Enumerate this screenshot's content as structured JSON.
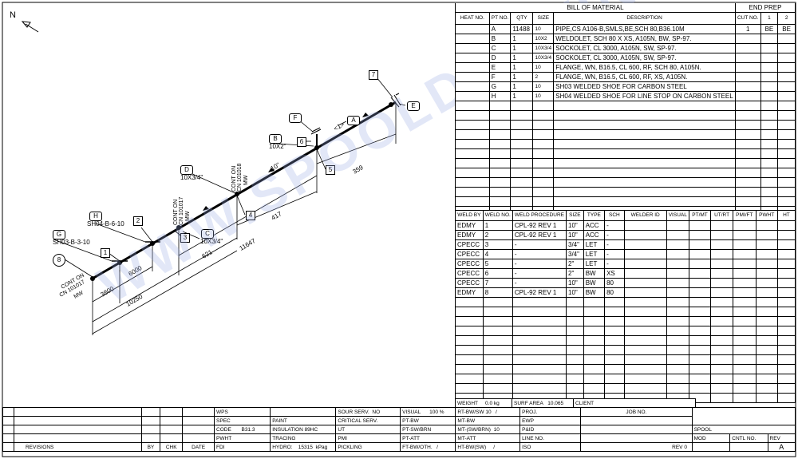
{
  "north": "N",
  "bom": {
    "title": "BILL OF MATERIAL",
    "end_prep": "END PREP",
    "headers": {
      "heat": "HEAT NO.",
      "pt": "PT NO.",
      "qty": "QTY",
      "size": "SIZE",
      "desc": "DESCRIPTION",
      "cut": "CUT NO.",
      "ep1": "1",
      "ep2": "2"
    },
    "rows": [
      {
        "pt": "A",
        "qty": "11488",
        "size": "10",
        "desc": "PIPE,CS A106-B,SMLS,BE,SCH 80,B36.10M",
        "cut": "1",
        "ep1": "BE",
        "ep2": "BE"
      },
      {
        "pt": "B",
        "qty": "1",
        "size": "10X2",
        "desc": "WELDOLET, SCH 80 X XS, A105N, BW, SP-97.",
        "cut": "",
        "ep1": "",
        "ep2": ""
      },
      {
        "pt": "C",
        "qty": "1",
        "size": "10X3/4",
        "desc": "SOCKOLET, CL 3000, A105N, SW, SP-97.",
        "cut": "",
        "ep1": "",
        "ep2": ""
      },
      {
        "pt": "D",
        "qty": "1",
        "size": "10X3/4",
        "desc": "SOCKOLET, CL 3000, A105N, SW, SP-97.",
        "cut": "",
        "ep1": "",
        "ep2": ""
      },
      {
        "pt": "E",
        "qty": "1",
        "size": "10",
        "desc": "FLANGE, WN, B16.5, CL 600, RF, SCH 80, A105N.",
        "cut": "",
        "ep1": "",
        "ep2": ""
      },
      {
        "pt": "F",
        "qty": "1",
        "size": "2",
        "desc": "FLANGE, WN, B16.5, CL 600, RF, XS, A105N.",
        "cut": "",
        "ep1": "",
        "ep2": ""
      },
      {
        "pt": "G",
        "qty": "1",
        "size": "10",
        "desc": "SH03 WELDED SHOE FOR CARBON STEEL",
        "cut": "",
        "ep1": "",
        "ep2": ""
      },
      {
        "pt": "H",
        "qty": "1",
        "size": "10",
        "desc": "SH04 WELDED SHOE FOR LINE STOP ON CARBON STEEL",
        "cut": "",
        "ep1": "",
        "ep2": ""
      }
    ]
  },
  "weld": {
    "headers": {
      "by": "WELD BY",
      "no": "WELD NO.",
      "proc": "WELD PROCEDURE",
      "size": "SIZE",
      "type": "TYPE",
      "sch": "SCH",
      "welder": "WELDER ID",
      "visual": "VISUAL",
      "ptmt": "PT/MT",
      "utrt": "UT/RT",
      "pmift": "PMI/FT",
      "pwht": "PWHT",
      "ht": "HT"
    },
    "rows": [
      {
        "by": "EDMY",
        "no": "1",
        "proc": "CPL-92 REV 1",
        "size": "10\"",
        "type": "ACC",
        "sch": "-"
      },
      {
        "by": "EDMY",
        "no": "2",
        "proc": "CPL-92 REV 1",
        "size": "10\"",
        "type": "ACC",
        "sch": "-"
      },
      {
        "by": "CPECC",
        "no": "3",
        "proc": "-",
        "size": "3/4\"",
        "type": "LET",
        "sch": "-"
      },
      {
        "by": "CPECC",
        "no": "4",
        "proc": "-",
        "size": "3/4\"",
        "type": "LET",
        "sch": "-"
      },
      {
        "by": "CPECC",
        "no": "5",
        "proc": "-",
        "size": "2\"",
        "type": "LET",
        "sch": "-"
      },
      {
        "by": "CPECC",
        "no": "6",
        "proc": "-",
        "size": "2\"",
        "type": "BW",
        "sch": "XS"
      },
      {
        "by": "CPECC",
        "no": "7",
        "proc": "-",
        "size": "10\"",
        "type": "BW",
        "sch": "80"
      },
      {
        "by": "EDMY",
        "no": "8",
        "proc": "CPL-92 REV 1",
        "size": "10\"",
        "type": "BW",
        "sch": "80"
      }
    ],
    "weight_label": "WEIGHT",
    "weight_value": "0.0",
    "weight_unit": "kg",
    "surf_label": "SURF AREA",
    "surf_value": "10.065",
    "client_label": "CLIENT"
  },
  "drawing": {
    "tags": {
      "t1": "1",
      "t2": "2",
      "t3": "3",
      "t4": "4",
      "t5": "5",
      "t6": "6",
      "t7": "7",
      "t8": "8"
    },
    "parts": {
      "A": "A",
      "B": "B",
      "C": "C",
      "D": "D",
      "E": "E",
      "F": "F",
      "G": "G",
      "H": "H"
    },
    "labels": {
      "g_ref": "SH03-B-3-10",
      "h_ref": "SH04-B-6-10",
      "b_size": "10X2\"",
      "c_size": "10X3/4\"",
      "d_size": "10X3/4\"",
      "pipe_size": "10\"",
      "pipe_cut": "<1>",
      "cont1": "CONT ON",
      "cont1b": "CN 101017",
      "cont1c": "MW",
      "cont2": "CONT ON",
      "cont2b": "CN 101017",
      "cont2c": "MW",
      "cont3": "CONT ON",
      "cont3b": "CN 101018",
      "cont3c": "MW"
    },
    "dims": {
      "d3800": "3800",
      "d6000": "6000",
      "d10250": "10250",
      "d621": "621",
      "d11647": "11647",
      "d417": "417",
      "d359": "359"
    }
  },
  "watermark": "WWW.SPOOLDRAWING.COM",
  "title_block": {
    "revisions": "REVISIONS",
    "by": "BY",
    "chk": "CHK",
    "date": "DATE",
    "wps": "WPS",
    "spec": "SPEC",
    "code": "CODE",
    "code_val": "B31.3",
    "pwht": "PWHT",
    "fdi": "FDI",
    "paint": "PAINT",
    "insulation": "INSULATION 89HC",
    "tracing": "TRACING",
    "hydro": "HYDRO:",
    "hydro_val": "15315",
    "hydro_unit": "kPag",
    "sour": "SOUR SERV.",
    "sour_val": "NO",
    "critical": "CRITICAL SERV.",
    "ut": "UT",
    "pmi": "PMI",
    "pickling": "PICKLING",
    "visual": "VISUAL",
    "visual_val": "100",
    "pct": "%",
    "ptbw": "PT-BW",
    "ptsw": "PT-SW/BRN",
    "ptatt": "PT-ATT",
    "ftbw": "FT-BW/OTH.",
    "slash": "/",
    "rtbw": "RT-BW/SW",
    "rtbw_val": "10",
    "mtbw": "MT-BW",
    "mtsw": "MT-(SW/BRN)",
    "mtsw_val": "10",
    "mtatt": "MT-ATT",
    "htbw": "HT-BW(SW)",
    "proj": "PROJ.",
    "job": "JOB NO.",
    "ewp": "EWP",
    "pid": "P&ID",
    "line": "LINE NO.",
    "iso": "ISO",
    "rev": "REV",
    "rev_val": "0",
    "spool": "SPOOL",
    "mod": "MOD",
    "cntl": "CNTL NO.",
    "revhdr": "REV",
    "revletter": "A"
  }
}
